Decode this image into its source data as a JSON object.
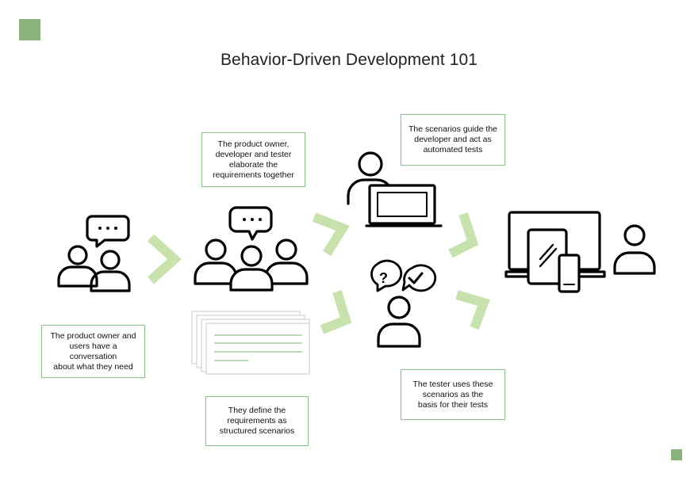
{
  "title": "Behavior-Driven Development 101",
  "colors": {
    "accent_square": "#8bb27a",
    "box_border": "#8fc28f",
    "chevron": "#c8e2ad",
    "icon_stroke": "#000000"
  },
  "steps": {
    "conversation": {
      "icon": "two-people-speech-bubble-icon",
      "text_lines": [
        "The product owner and",
        "users have a conversation",
        "about what they need"
      ]
    },
    "elaborate": {
      "icon": "three-people-speech-bubble-icon",
      "text_lines": [
        "The product owner,",
        "developer and tester",
        "elaborate the",
        "requirements together"
      ]
    },
    "scenarios": {
      "icon": "document-stack-icon",
      "text_lines": [
        "They define the",
        "requirements as",
        "structured scenarios"
      ]
    },
    "developer": {
      "icon": "person-laptop-icon",
      "text_lines": [
        "The scenarios guide the",
        "developer and act as",
        "automated tests"
      ]
    },
    "tester": {
      "icon": "person-question-check-icon",
      "text_lines": [
        "The tester uses these",
        "scenarios as the",
        "basis for their tests"
      ]
    },
    "product": {
      "icon": "person-devices-icon"
    }
  }
}
